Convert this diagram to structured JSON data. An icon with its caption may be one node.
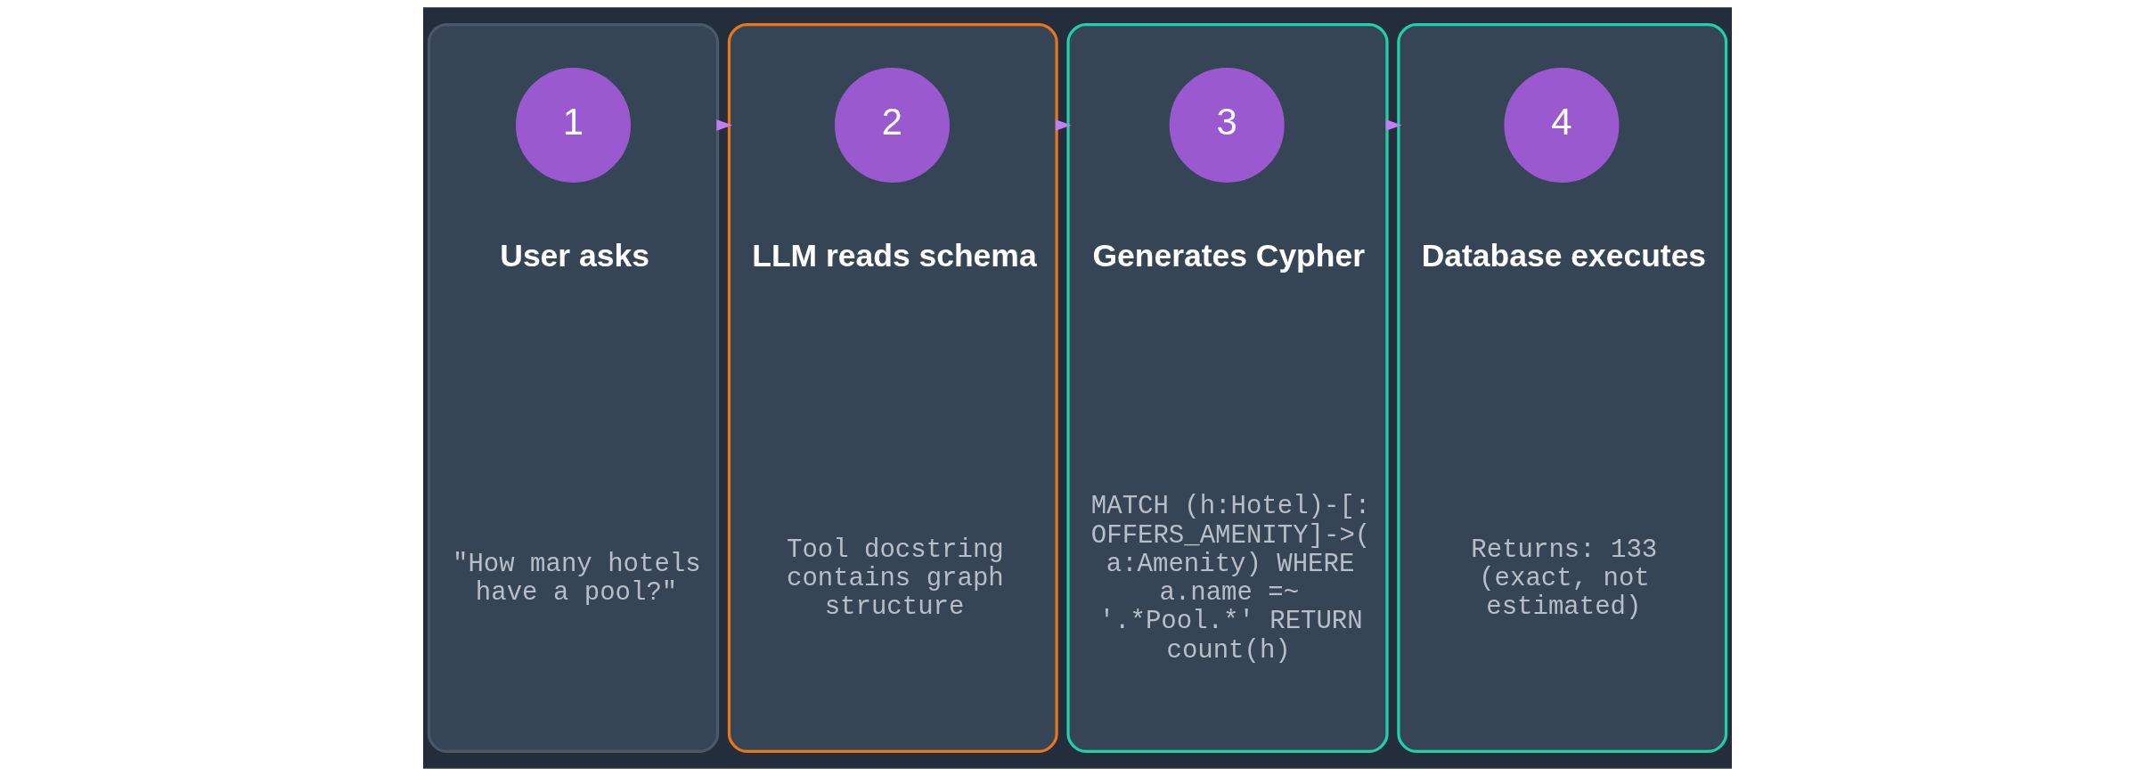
{
  "diagram": {
    "nodes": [
      {
        "text": [
          "User asks",
          "\"How many hotels have a pool?\""
        ]
      },
      {
        "text": [
          "1"
        ],
        "in": 0
      },
      {
        "text": [
          "LLM reads schema",
          "Tool docstring contains graph structure"
        ]
      },
      {
        "text": [
          "2"
        ],
        "in": 2
      },
      {
        "text": [
          "Generates Cypher",
          "MATCH (h:Hotel)-[:OFFERS_AMENITY]->(a:Amenity) WHERE a.name =~ '.*Pool.*' RETURN count(h)"
        ]
      },
      {
        "text": [
          "3"
        ],
        "in": 4
      },
      {
        "text": [
          "Database executes",
          "Returns: 133 (exact, not estimated)"
        ]
      },
      {
        "text": [
          "4"
        ],
        "in": 6
      }
    ],
    "edges": [
      {
        "from": 0,
        "to": 2,
        "arrow": "to"
      },
      {
        "from": 2,
        "to": 4,
        "arrow": "to"
      },
      {
        "from": 4,
        "to": 6,
        "arrow": "to"
      }
    ]
  }
}
